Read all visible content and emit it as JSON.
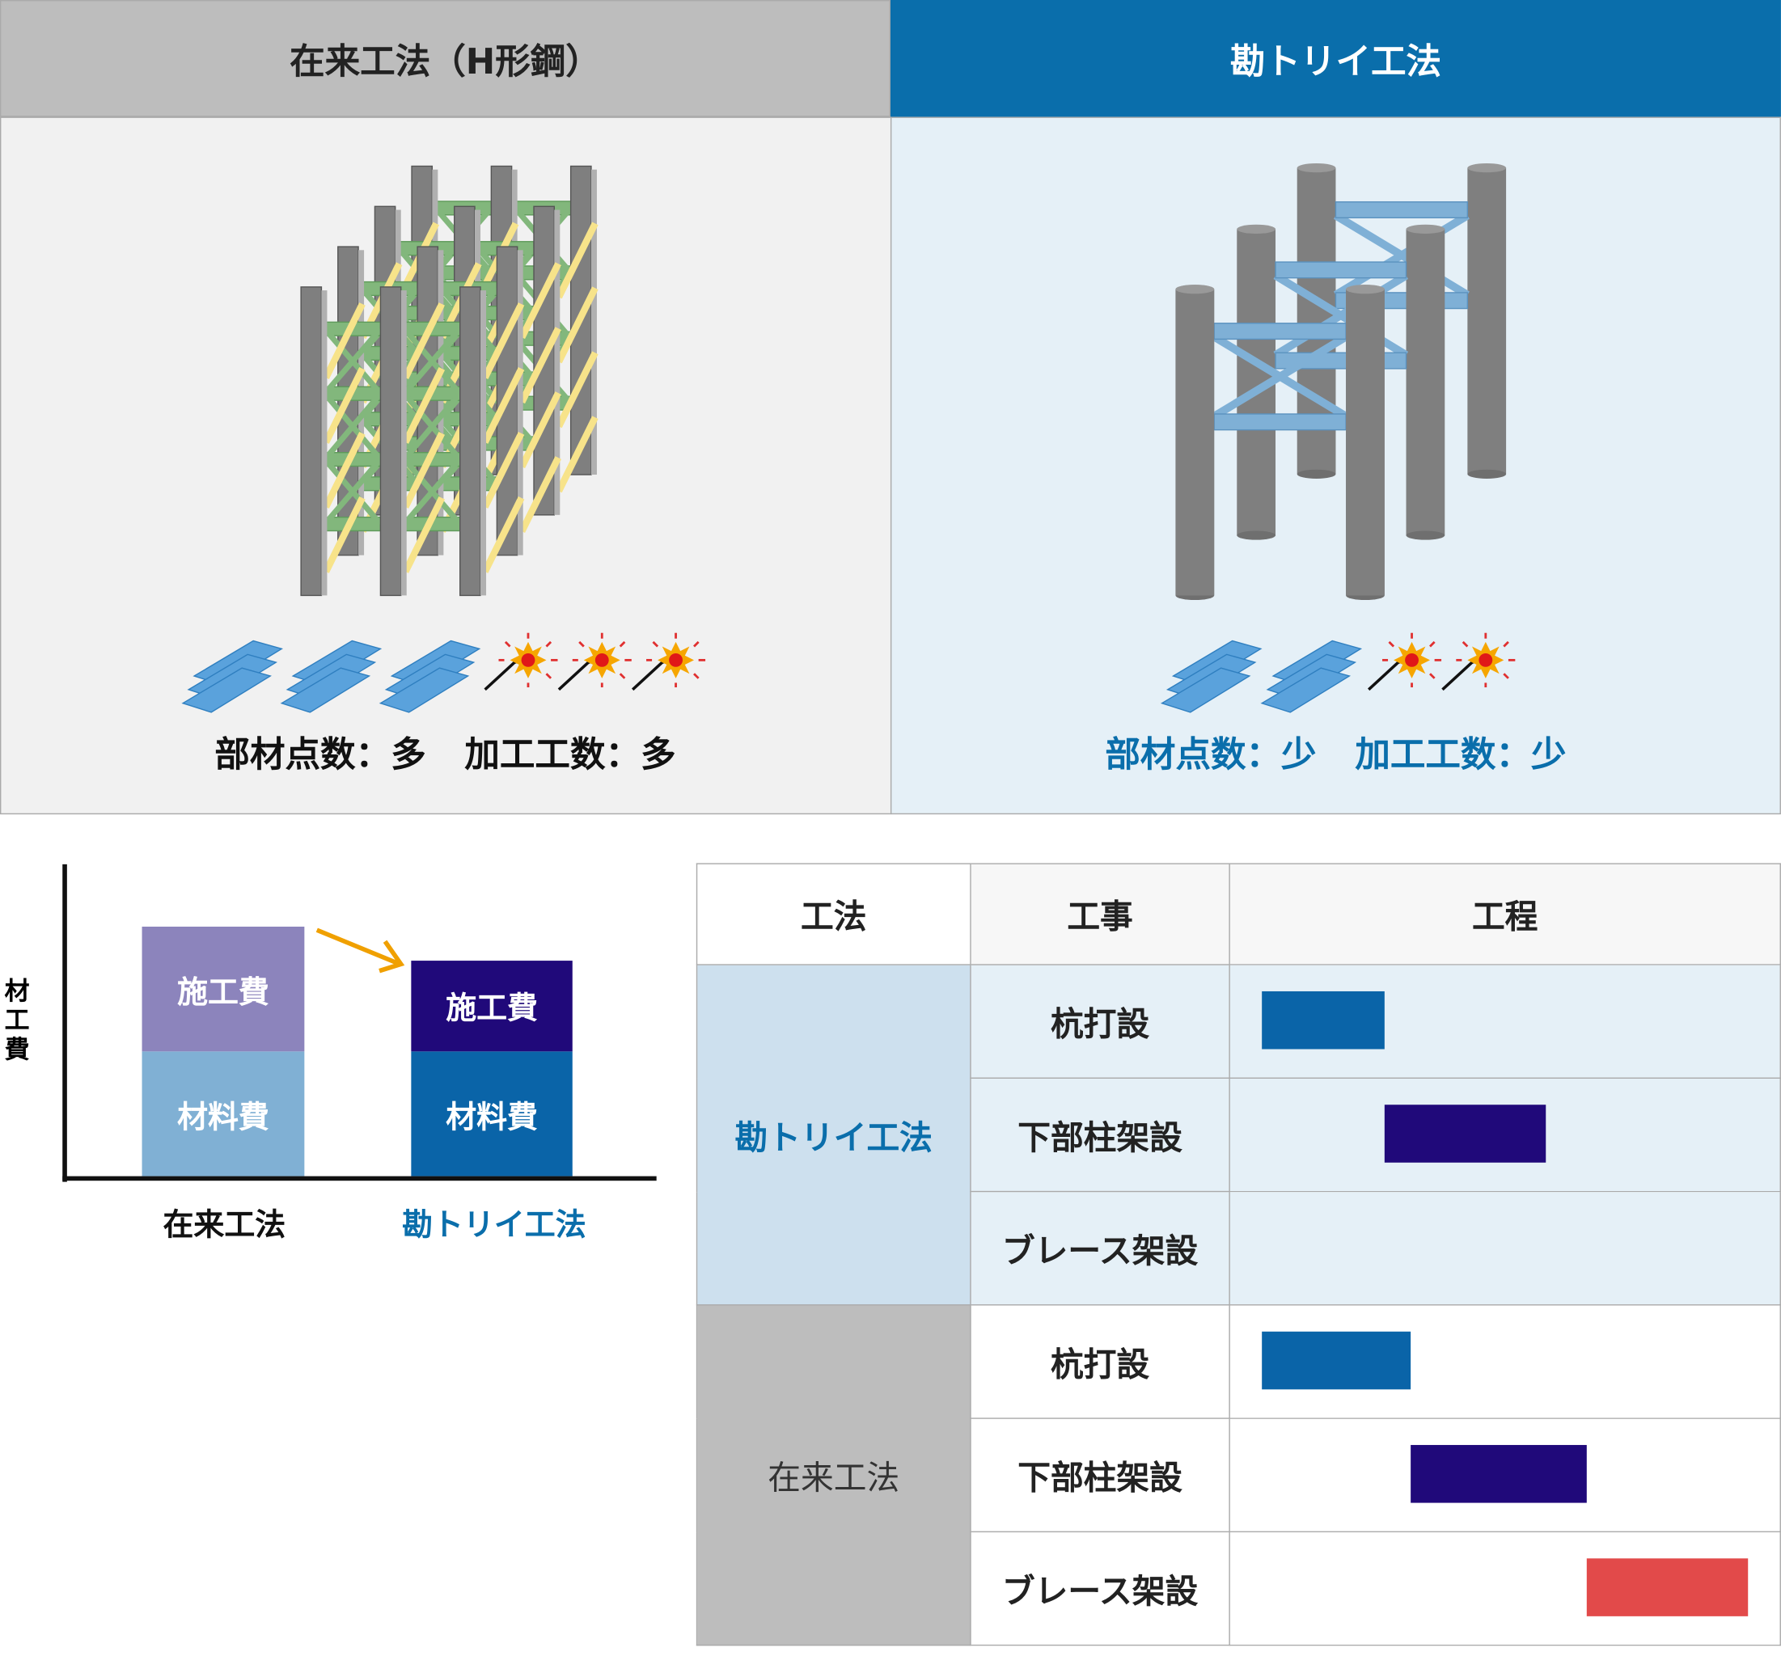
{
  "comparison": {
    "conventional": {
      "title": "在来工法（H形鋼）",
      "members_label": "部材点数：多",
      "work_label": "加工工数：多",
      "steel_count": 3,
      "weld_count": 3
    },
    "torii": {
      "title": "勘トリイ工法",
      "members_label": "部材点数：少",
      "work_label": "加工工数：少",
      "steel_count": 2,
      "weld_count": 2
    }
  },
  "cost_chart": {
    "ylabel": "材工費",
    "categories": [
      "在来工法",
      "勘トリイ工法"
    ],
    "segments": {
      "construction": "施工費",
      "material": "材料費"
    },
    "values": {
      "material": [
        1.0,
        1.0
      ],
      "construction": [
        1.0,
        0.73
      ]
    },
    "ymax": 2.5
  },
  "schedule_table": {
    "headers": [
      "工法",
      "工事",
      "工程"
    ],
    "groups": [
      {
        "method": "勘トリイ工法",
        "rows": [
          {
            "task": "杭打設",
            "start": 0,
            "end": 25.2,
            "color": "#0a64a8"
          },
          {
            "task": "下部柱架設",
            "start": 25.2,
            "end": 58.4,
            "color": "#20097a"
          },
          {
            "task": "ブレース架設",
            "start": null,
            "end": null,
            "color": null
          }
        ]
      },
      {
        "method": "在来工法",
        "rows": [
          {
            "task": "杭打設",
            "start": 0,
            "end": 30.6,
            "color": "#0a64a8"
          },
          {
            "task": "下部柱架設",
            "start": 30.6,
            "end": 66.8,
            "color": "#20097a"
          },
          {
            "task": "ブレース架設",
            "start": 66.8,
            "end": 100,
            "color": "#e24a4a"
          }
        ]
      }
    ]
  },
  "colors": {
    "accent": "#0a6eab",
    "header_gray": "#bdbdbd",
    "arrow": "#f0a000"
  }
}
